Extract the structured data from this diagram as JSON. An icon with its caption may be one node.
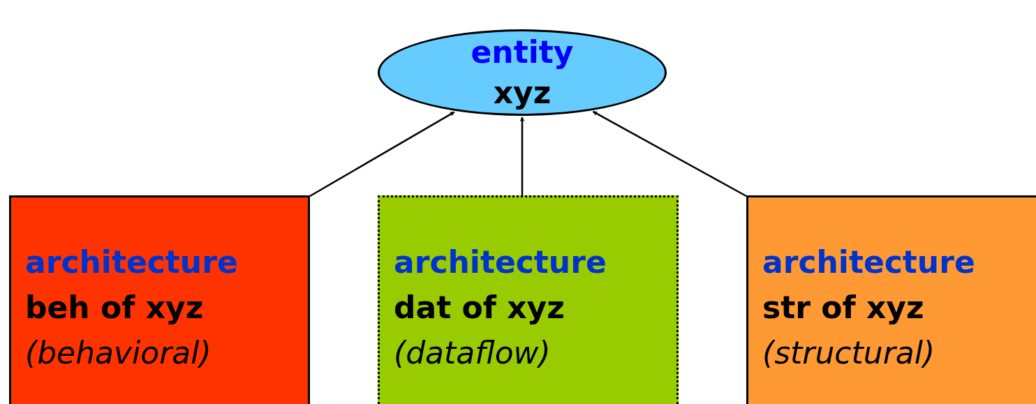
{
  "diagram": {
    "nodes": [
      {
        "text": [
          "entity",
          "xyz"
        ]
      },
      {
        "text": [
          "architecture",
          "beh of xyz",
          "(behavioral)"
        ]
      },
      {
        "text": [
          "architecture",
          "dat of xyz",
          "(dataflow)"
        ]
      },
      {
        "text": [
          "architecture",
          "str of xyz",
          "(structural)"
        ]
      }
    ],
    "edges": [
      {
        "from": 1,
        "to": 0,
        "arrow": "to"
      },
      {
        "from": 2,
        "to": 0,
        "arrow": "to"
      },
      {
        "from": 3,
        "to": 0,
        "arrow": "to"
      }
    ]
  }
}
